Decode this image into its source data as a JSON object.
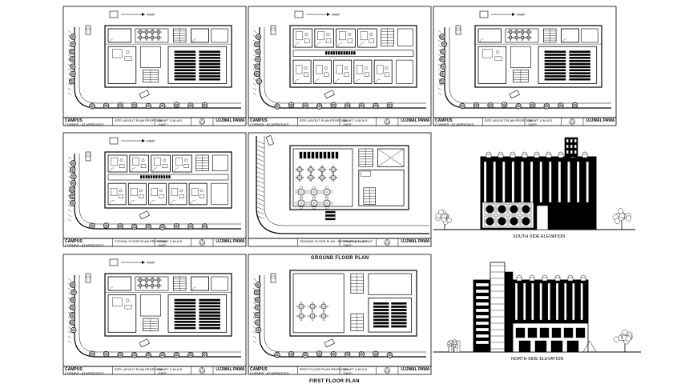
{
  "drawing": {
    "panels": [
      {
        "id": "p1",
        "kind": "site-layout",
        "ramp_label": "RAMP",
        "tb": {
          "brand": "CAMPUS",
          "sub": "CORNER · AT APPROVED",
          "title": "SITE LAYOUT PLAN PROPOSAL",
          "drawn": "DRAFT U.M.A.R",
          "date": "DATE:",
          "owner": "UJJWAL PAWA"
        }
      },
      {
        "id": "p2",
        "kind": "typical-floor",
        "ramp_label": "RAMP",
        "tb": {
          "brand": "CAMPUS",
          "sub": "CORNER · AT APPROVED",
          "title": "SITE LAYOUT PLAN PROPOSAL",
          "drawn": "DRAFT U.M.A.R",
          "date": "DATE:",
          "owner": "UJJWAL PAWA"
        }
      },
      {
        "id": "p3",
        "kind": "site-layout",
        "ramp_label": "RAMP",
        "tb": {
          "brand": "CAMPUS",
          "sub": "CORNER · AT APPROVED",
          "title": "SITE LAYOUT PLAN PROPOSAL",
          "drawn": "DRAFT U.M.A.R",
          "date": "DATE:",
          "owner": "UJJWAL PAWA"
        }
      },
      {
        "id": "p4",
        "kind": "typical-floor",
        "ramp_label": "RAMP",
        "tb": {
          "brand": "CAMPUS",
          "sub": "CORNER · AT APPROVED",
          "title": "TYPICAL FLOOR PLAN PROPOSAL",
          "drawn": "DRAFT U.M.A.R",
          "date": "DATE:",
          "owner": "UJJWAL PAWA"
        }
      },
      {
        "id": "p5",
        "kind": "ground-floor",
        "ramp_label": "",
        "tb": {
          "brand": "",
          "sub": "",
          "title": "GROUND FLOOR PLAN - RESTAURANT LAYOUT",
          "drawn": "DRAFT U.M.A.R",
          "date": "DATE:",
          "owner": "UJJWAL PAWA"
        }
      },
      {
        "id": "p6",
        "kind": "site-layout",
        "ramp_label": "RAMP",
        "tb": {
          "brand": "CAMPUS",
          "sub": "CORNER · AT APPROVED",
          "title": "SITE LAYOUT PLAN PROPOSAL",
          "drawn": "DRAFT U.M.A.R",
          "date": "DATE:",
          "owner": "UJJWAL PAWA"
        }
      },
      {
        "id": "p7",
        "kind": "first-floor",
        "ramp_label": "",
        "tb": {
          "brand": "CAMPUS",
          "sub": "CORNER · AT APPROVED",
          "title": "FIRST FLOOR PLAN PROPOSAL",
          "drawn": "DRAFT U.M.A.R",
          "date": "DATE:",
          "owner": "UJJWAL PAWA"
        }
      }
    ],
    "sheet_titles": {
      "ground": "GROUND FLOOR PLAN",
      "first": "FIRST FLOOR PLAN"
    },
    "elevations": {
      "south": "SOUTH SIDE ELEVATION",
      "north": "NORTH SIDE ELEVATION"
    }
  },
  "colors": {
    "line": "#000000",
    "paper": "#ffffff",
    "stair": "#000000"
  }
}
